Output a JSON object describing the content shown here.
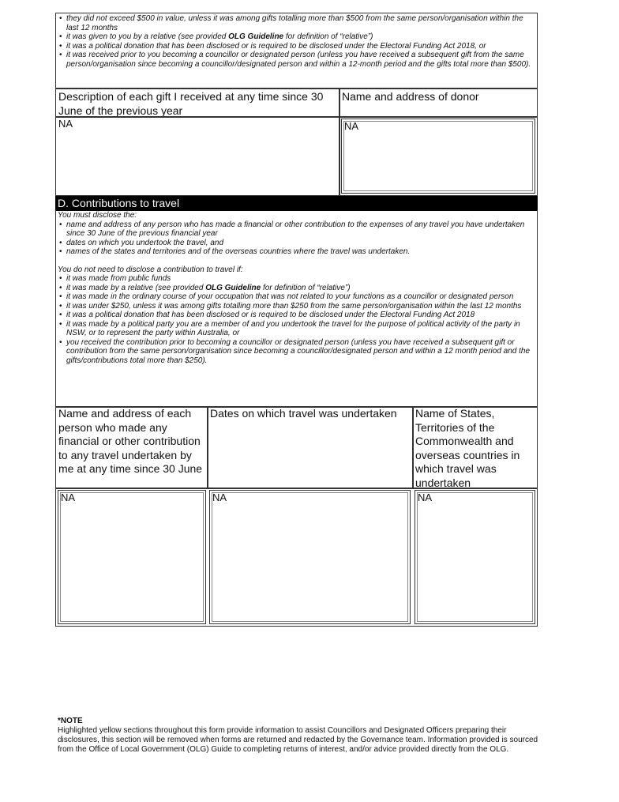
{
  "gifts_exclusions": [
    "they did not exceed $500 in value, unless it was among gifts totalling more than $500 from the same person/organisation within the last 12 months",
    "it was given to you by a relative (see provided |OLG Guideline| for definition of “relative”)",
    "it was a political donation that has been disclosed or is required to be disclosed under the Electoral Funding Act 2018, or",
    "it was received prior to you becoming a councillor or designated person (unless you have received a subsequent gift from the same person/organisation since becoming a councillor/designated person and within a 12-month period and the gifts total more than $500)."
  ],
  "gifts_table": {
    "headers": [
      "Description of each gift I received at any time since 30 June of the previous year",
      "Name and address of donor"
    ],
    "values": [
      "NA",
      "NA"
    ]
  },
  "section_d": {
    "title": "D. Contributions to travel",
    "must_intro": "You must disclose the:",
    "must_items": [
      "name and address of any person who has made a financial or other contribution to the expenses of any travel you have undertaken since 30 June of the previous financial year",
      "dates on which you undertook the travel, and",
      "names of the states and territories and of the overseas countries where the travel was undertaken."
    ],
    "not_intro": "You do not need to disclose a contribution to travel if:",
    "not_items": [
      "it was made from public funds",
      "it was made by a relative (see provided |OLG Guideline| for definition of “relative”)",
      "it was made in the ordinary course of your occupation that was not related to your functions as a councillor or designated person",
      "it was under $250, unless it was among gifts totalling more than $250 from the same person/organisation within the last 12 months",
      "it was a political donation that has been disclosed or is required to be disclosed under the Electoral Funding Act 2018",
      "it was made by a political party you are a member of and you undertook the travel for the purpose of political activity of the party in NSW, or to represent the party within Australia, or",
      "you received the contribution prior to becoming a councillor or designated person (unless you have received a subsequent gift or contribution from the same person/organisation since becoming a councillor/designated person and within a 12 month period and the gifts/contributions total more than $250)."
    ]
  },
  "travel_table": {
    "headers": [
      "Name and address of each person who made any financial or other contribution to any travel undertaken by me at any time since 30 June",
      "Dates on which travel was undertaken",
      "Name of States, Territories of the Commonwealth and overseas countries in which travel was undertaken"
    ],
    "values": [
      "NA",
      "NA",
      "NA"
    ]
  },
  "note": {
    "title": "*NOTE",
    "text": "Highlighted yellow sections throughout this form provide information to assist Councillors and Designated Officers preparing their disclosures, this section will be removed when forms are returned and redacted by the Governance team. Information provided is sourced from the Office of Local Government (OLG) Guide to completing returns of interest, and/or advice provided directly from the OLG."
  }
}
